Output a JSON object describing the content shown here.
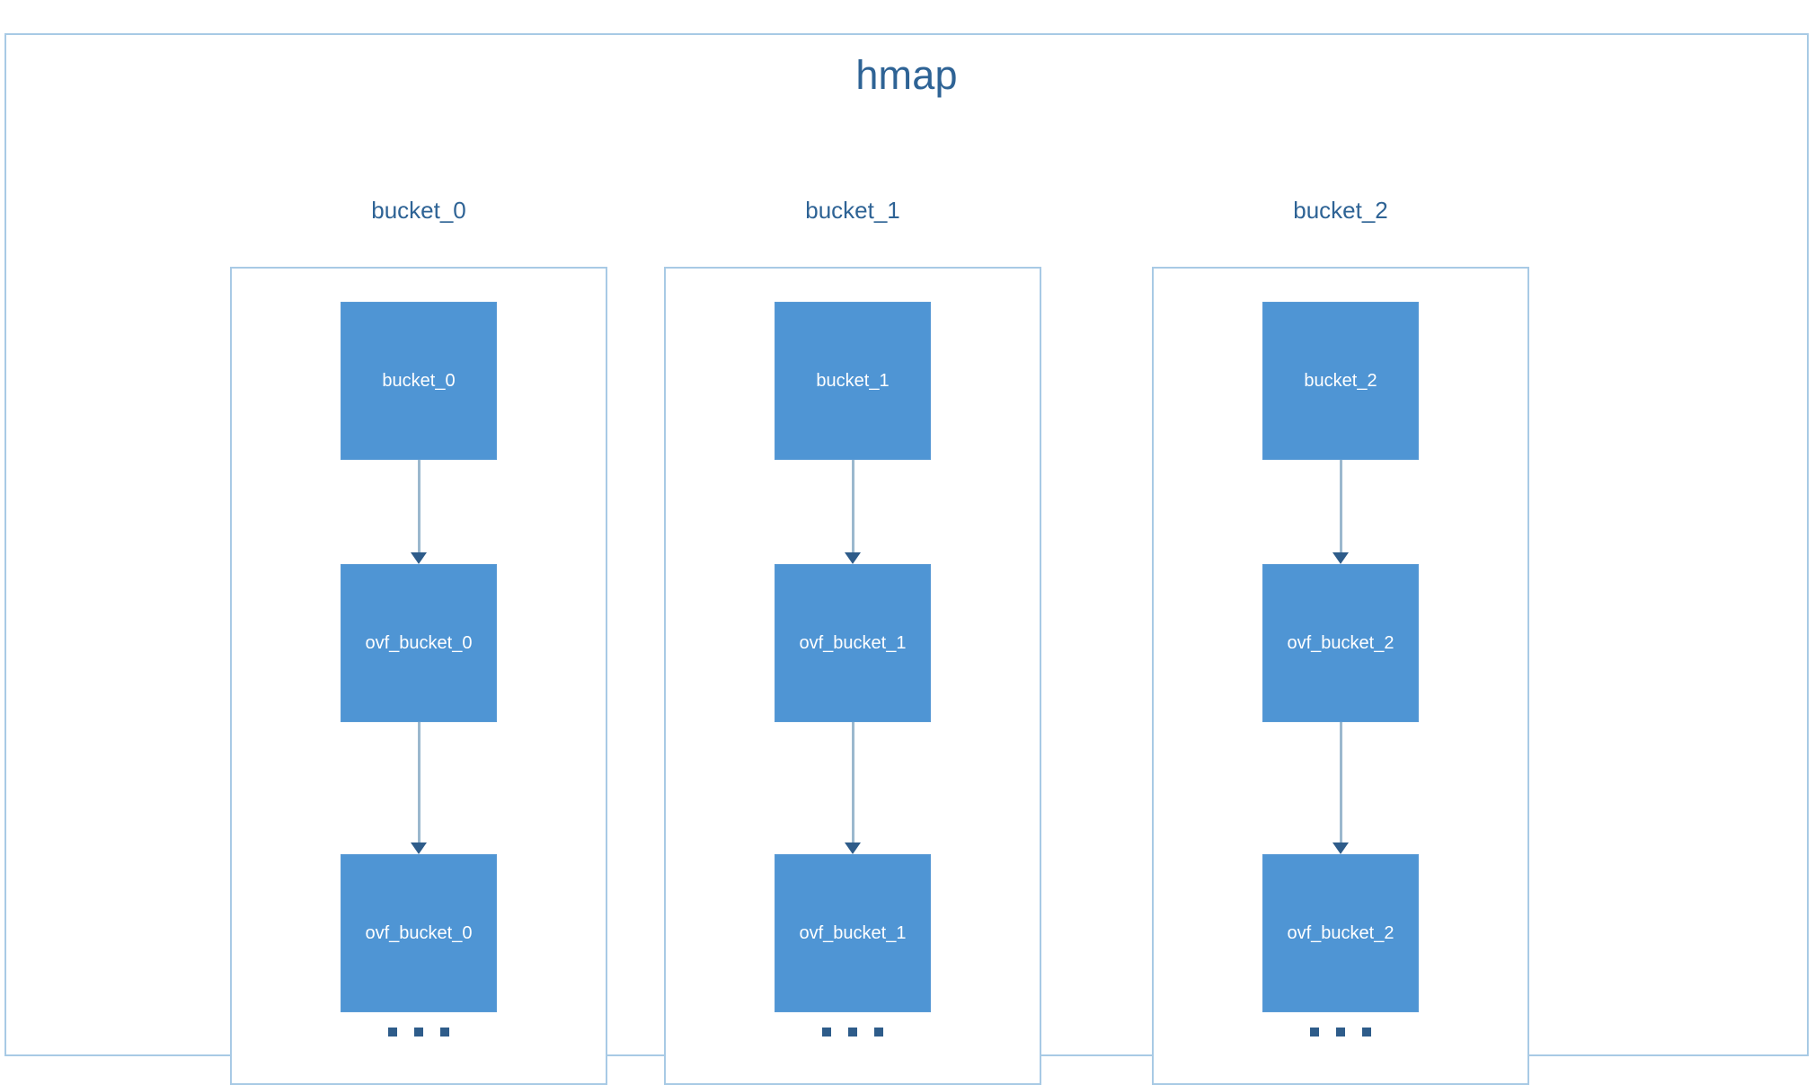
{
  "diagram": {
    "title": "hmap",
    "type": "hash-map-bucket-chain",
    "colors": {
      "frame_border": "#a8cae5",
      "container_border": "#a8cae5",
      "node_fill": "#4f95d4",
      "node_text": "#ffffff",
      "title_text": "#2e6395",
      "label_text": "#2e6395",
      "arrow_line": "#9bb8ce",
      "arrow_head": "#2e5c8a",
      "ellipsis_dot": "#2e5c8a",
      "background": "#ffffff"
    },
    "columns": [
      {
        "label": "bucket_0",
        "nodes": [
          {
            "label": "bucket_0"
          },
          {
            "label": "ovf_bucket_0"
          },
          {
            "label": "ovf_bucket_0"
          }
        ],
        "ellipsis": "..."
      },
      {
        "label": "bucket_1",
        "nodes": [
          {
            "label": "bucket_1"
          },
          {
            "label": "ovf_bucket_1"
          },
          {
            "label": "ovf_bucket_1"
          }
        ],
        "ellipsis": "..."
      },
      {
        "label": "bucket_2",
        "nodes": [
          {
            "label": "bucket_2"
          },
          {
            "label": "ovf_bucket_2"
          },
          {
            "label": "ovf_bucket_2"
          }
        ],
        "ellipsis": "..."
      }
    ]
  }
}
